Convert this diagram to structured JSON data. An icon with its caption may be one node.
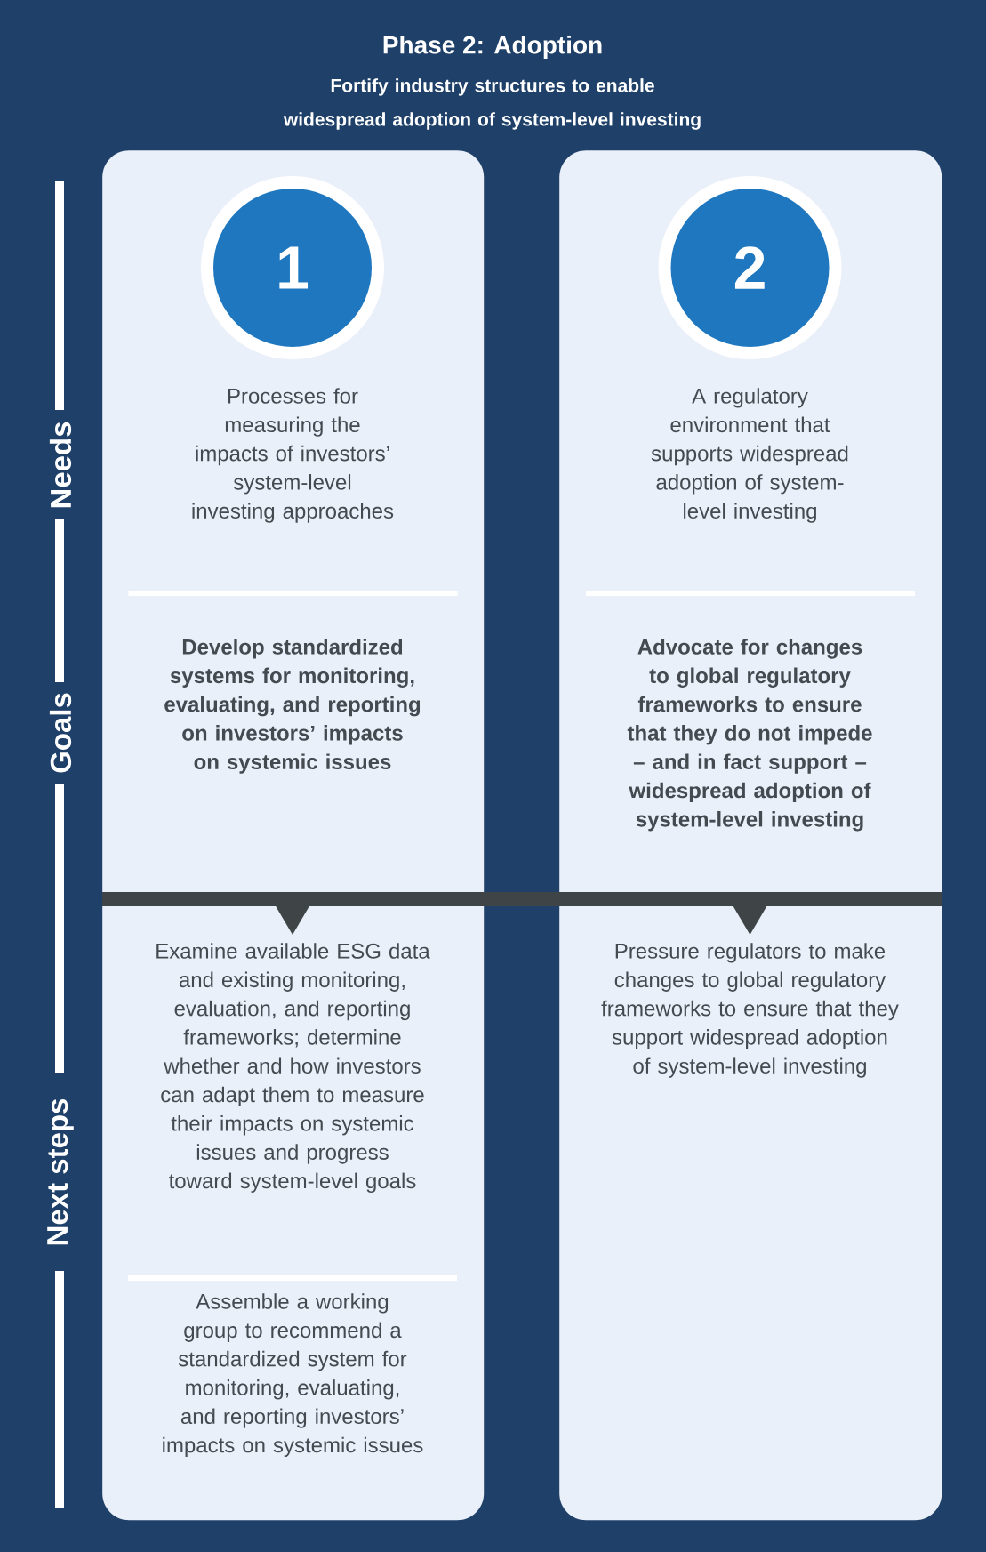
{
  "diagram": {
    "title": "Phase 2: Adoption",
    "nodes": [
      {
        "text": [],
        "shape": "box"
      },
      {
        "text": [
          "1"
        ],
        "in": 0
      },
      {
        "text": [
          "Processes for measuring the impacts of investors’ system-level investing approaches"
        ],
        "in": 0
      },
      {
        "text": [
          "Develop standardized systems for monitoring, evaluating, and reporting on investors’ impacts on systemic issues"
        ],
        "in": 0
      },
      {
        "text": [
          "Examine available ESG data and existing monitoring, evaluation, and reporting frameworks; determine whether and how investors can adapt them to measure their impacts on systemic issues and progress toward system-level goals"
        ],
        "in": 0
      },
      {
        "text": [
          "Assemble a working group to recommend a standardized system for monitoring, evaluating, and reporting investors’ impacts on systemic issues"
        ],
        "in": 0
      },
      {
        "text": [],
        "shape": "box"
      },
      {
        "text": [
          "2"
        ],
        "in": 6
      },
      {
        "text": [
          "A regulatory environment that supports widespread adoption of system-level investing"
        ],
        "in": 6
      },
      {
        "text": [
          "Advocate for changes to global regulatory frameworks to ensure that they do not impede – and in fact support – widespread adoption of system-level investing"
        ],
        "in": 6
      },
      {
        "text": [
          "Pressure regulators to make changes to global regulatory frameworks to ensure that they support widespread adoption of system-level investing"
        ],
        "in": 6
      },
      {
        "text": [],
        "shape": "bar"
      }
    ],
    "labels": [
      "Fortify industry structures to enable widespread adoption of system-level investing",
      "Needs",
      "Goals",
      "Next steps"
    ]
  }
}
